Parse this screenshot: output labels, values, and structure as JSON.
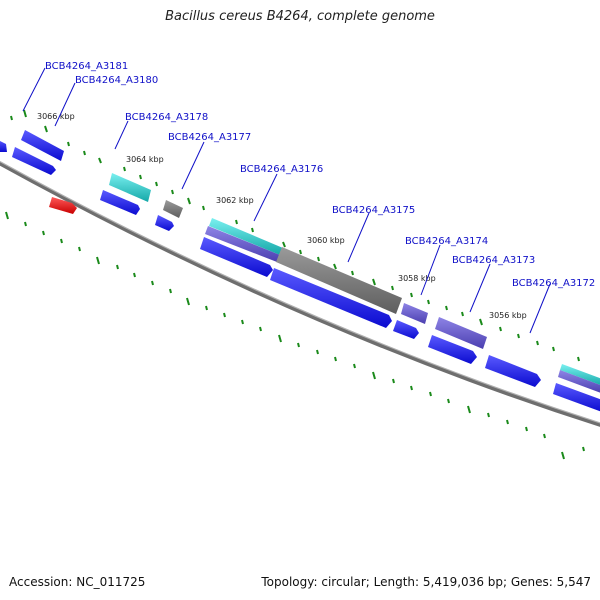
{
  "title": "Bacillus cereus B4264, complete genome",
  "footer": {
    "accession": "Accession: NC_011725",
    "summary": "Topology: circular; Length: 5,419,036 bp; Genes: 5,547"
  },
  "colors": {
    "gene_blue": "#1a1aee",
    "gene_cyan": "#22cccc",
    "gene_gray": "#777777",
    "gene_purple": "#6a5acd",
    "gene_red": "#ee1111",
    "backbone": "#8a8a8a",
    "tick": "#1a8a1a",
    "label": "#1010c8"
  },
  "gene_labels": [
    "BCB4264_A3181",
    "BCB4264_A3180",
    "BCB4264_A3178",
    "BCB4264_A3177",
    "BCB4264_A3176",
    "BCB4264_A3175",
    "BCB4264_A3174",
    "BCB4264_A3173",
    "BCB4264_A3172"
  ],
  "kbp_labels": [
    "3066 kbp",
    "3064 kbp",
    "3062 kbp",
    "3060 kbp",
    "3058 kbp",
    "3056 kbp"
  ]
}
